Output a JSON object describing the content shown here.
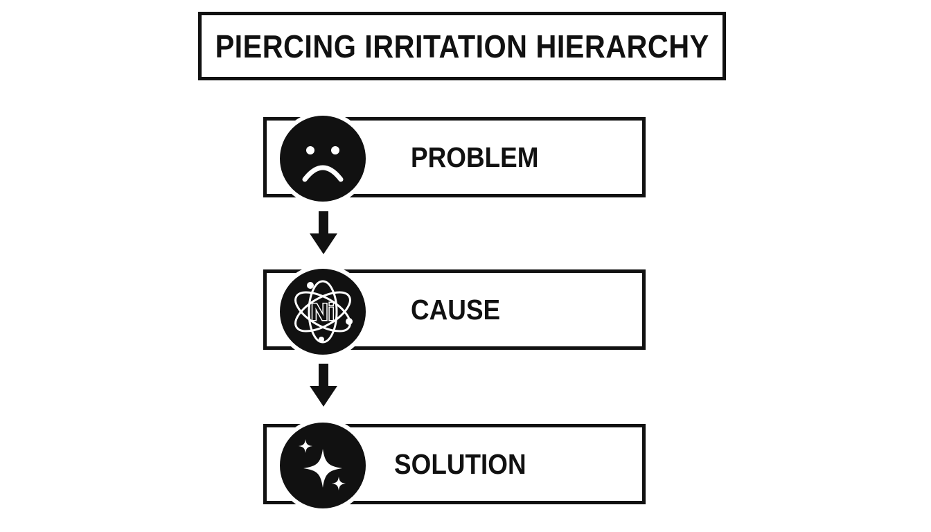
{
  "title": "PIERCING IRRITATION HIERARCHY",
  "steps": [
    {
      "label": "PROBLEM",
      "icon": "sad-face-icon"
    },
    {
      "label": "CAUSE",
      "icon": "nickel-atom-icon",
      "icon_text": "Ni"
    },
    {
      "label": "SOLUTION",
      "icon": "sparkle-icon"
    }
  ],
  "colors": {
    "ink": "#111111",
    "background": "#ffffff"
  }
}
